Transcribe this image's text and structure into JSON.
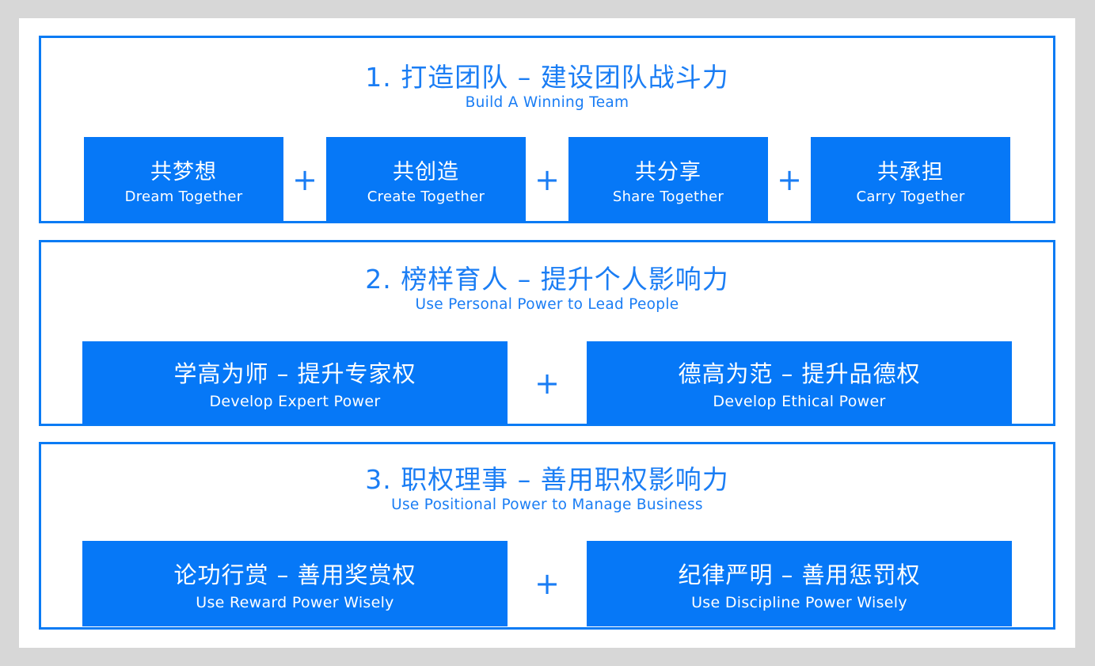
{
  "slide": {
    "background_color": "#ffffff",
    "canvas_color": "#d7d7d7",
    "accent_color": "#0678f7",
    "border_color": "#0a7bf4",
    "title_color": "#1a7df4",
    "plus_symbol": "+"
  },
  "panels": [
    {
      "title_cn": "1. 打造团队 – 建设团队战斗力",
      "title_en": "Build A Winning Team",
      "tiles": [
        {
          "cn": "共梦想",
          "en": "Dream Together"
        },
        {
          "cn": "共创造",
          "en": "Create Together"
        },
        {
          "cn": "共分享",
          "en": "Share Together"
        },
        {
          "cn": "共承担",
          "en": "Carry Together"
        }
      ]
    },
    {
      "title_cn": "2. 榜样育人 – 提升个人影响力",
      "title_en": "Use Personal Power to Lead People",
      "tiles": [
        {
          "cn": "学高为师 – 提升专家权",
          "en": "Develop Expert Power"
        },
        {
          "cn": "德高为范 – 提升品德权",
          "en": "Develop Ethical Power"
        }
      ]
    },
    {
      "title_cn": "3. 职权理事 – 善用职权影响力",
      "title_en": "Use Positional Power to Manage Business",
      "tiles": [
        {
          "cn": "论功行赏 – 善用奖赏权",
          "en": "Use Reward Power Wisely"
        },
        {
          "cn": "纪律严明 – 善用惩罚权",
          "en": "Use Discipline Power Wisely"
        }
      ]
    }
  ]
}
